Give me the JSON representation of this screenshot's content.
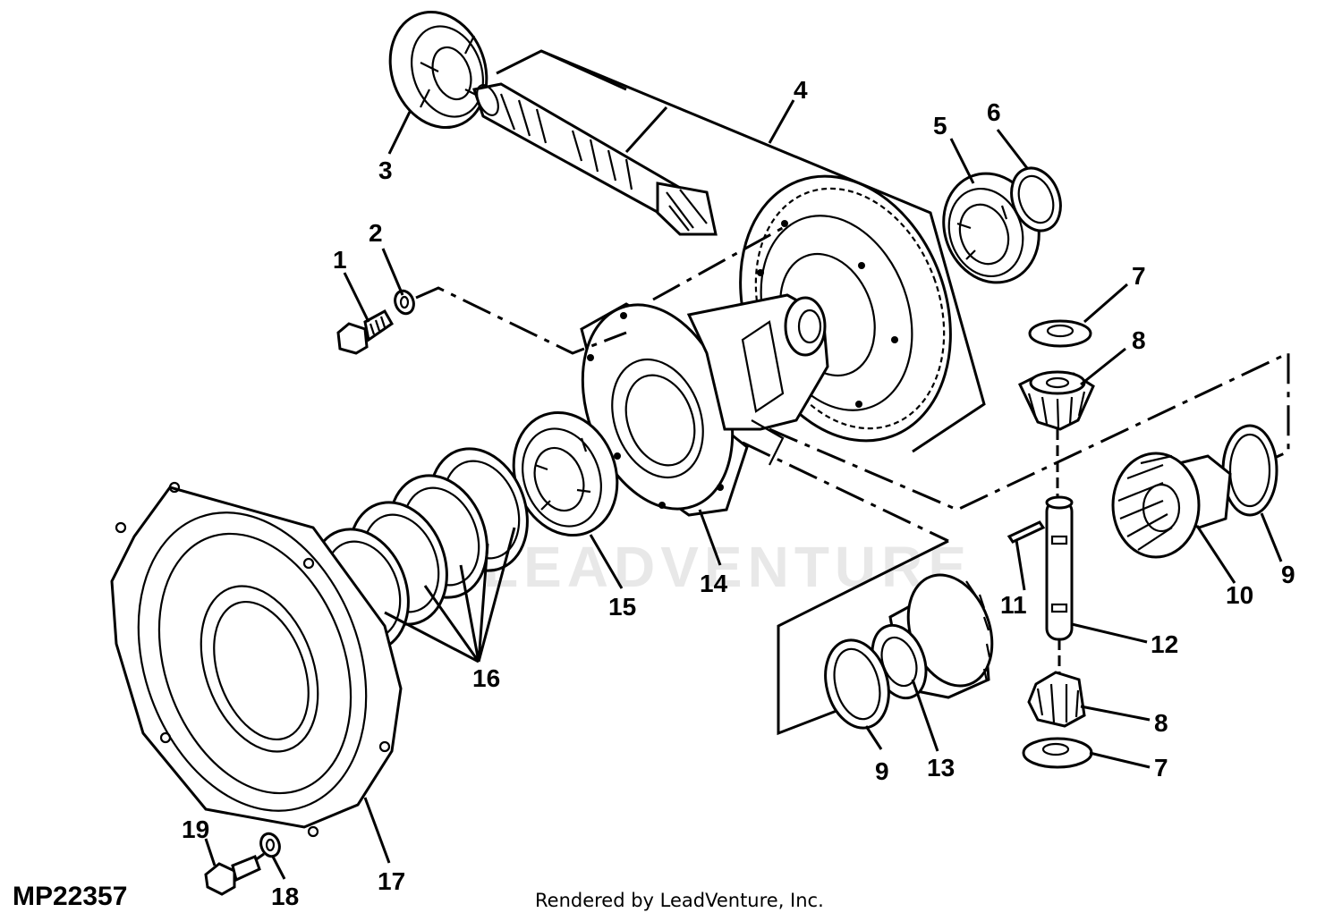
{
  "diagram": {
    "figure_id": "MP22357",
    "footer": "Rendered by LeadVenture, Inc.",
    "watermark": "LEADVENTURE",
    "callouts": [
      "1",
      "2",
      "3",
      "4",
      "5",
      "6",
      "7",
      "7",
      "8",
      "8",
      "9",
      "9",
      "10",
      "11",
      "12",
      "13",
      "14",
      "15",
      "16",
      "17",
      "18",
      "19"
    ]
  }
}
